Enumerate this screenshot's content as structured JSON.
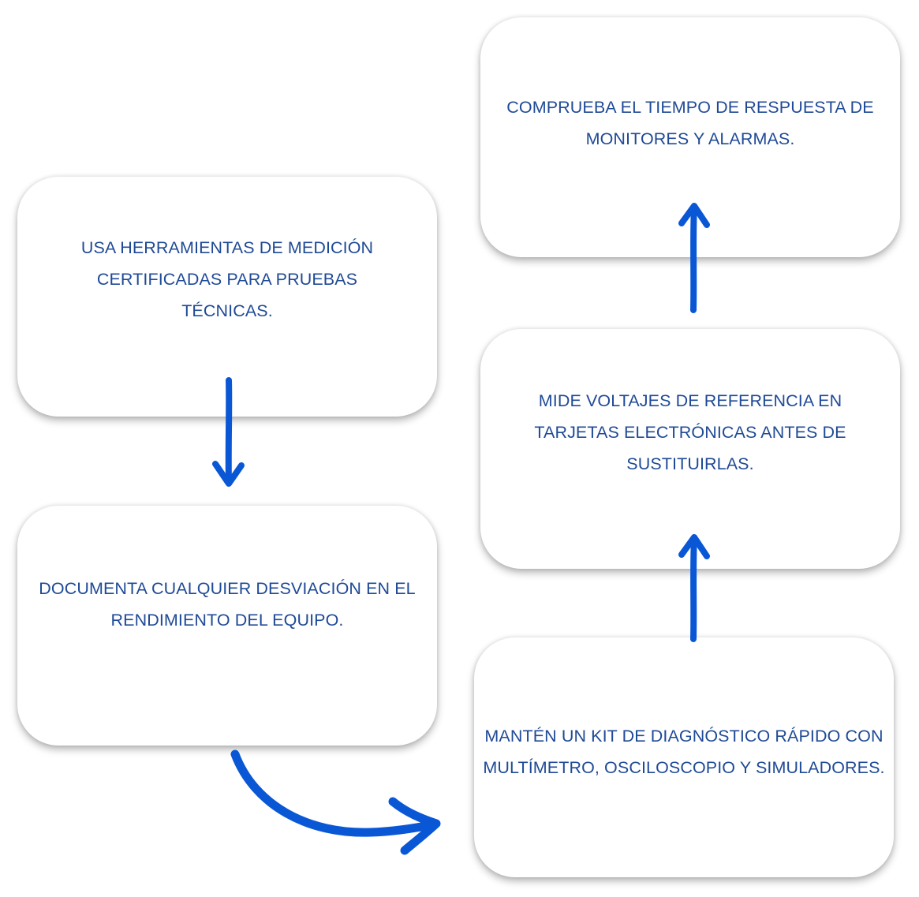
{
  "diagram": {
    "type": "flow",
    "steps": [
      {
        "id": "step-1",
        "text": "USA HERRAMIENTAS DE MEDICIÓN CERTIFICADAS PARA PRUEBAS TÉCNICAS."
      },
      {
        "id": "step-2",
        "text": "DOCUMENTA CUALQUIER DESVIACIÓN EN EL RENDIMIENTO DEL EQUIPO."
      },
      {
        "id": "step-3",
        "text": "MANTÉN UN KIT DE DIAGNÓSTICO RÁPIDO CON MULTÍMETRO, OSCILOSCOPIO Y SIMULADORES."
      },
      {
        "id": "step-4",
        "text": "MIDE VOLTAJES DE REFERENCIA EN TARJETAS ELECTRÓNICAS ANTES DE SUSTITUIRLAS."
      },
      {
        "id": "step-5",
        "text": "COMPRUEBA EL TIEMPO DE RESPUESTA DE MONITORES Y ALARMAS."
      }
    ],
    "connections": [
      {
        "from": "step-1",
        "to": "step-2",
        "icon": "arrow-down-icon"
      },
      {
        "from": "step-2",
        "to": "step-3",
        "icon": "curved-arrow-right-icon"
      },
      {
        "from": "step-3",
        "to": "step-4",
        "icon": "arrow-up-icon"
      },
      {
        "from": "step-4",
        "to": "step-5",
        "icon": "arrow-up-icon"
      }
    ]
  },
  "colors": {
    "text": "#1f4a96",
    "arrow": "#0a57d6",
    "card": "#ffffff",
    "background": "#ffffff"
  }
}
